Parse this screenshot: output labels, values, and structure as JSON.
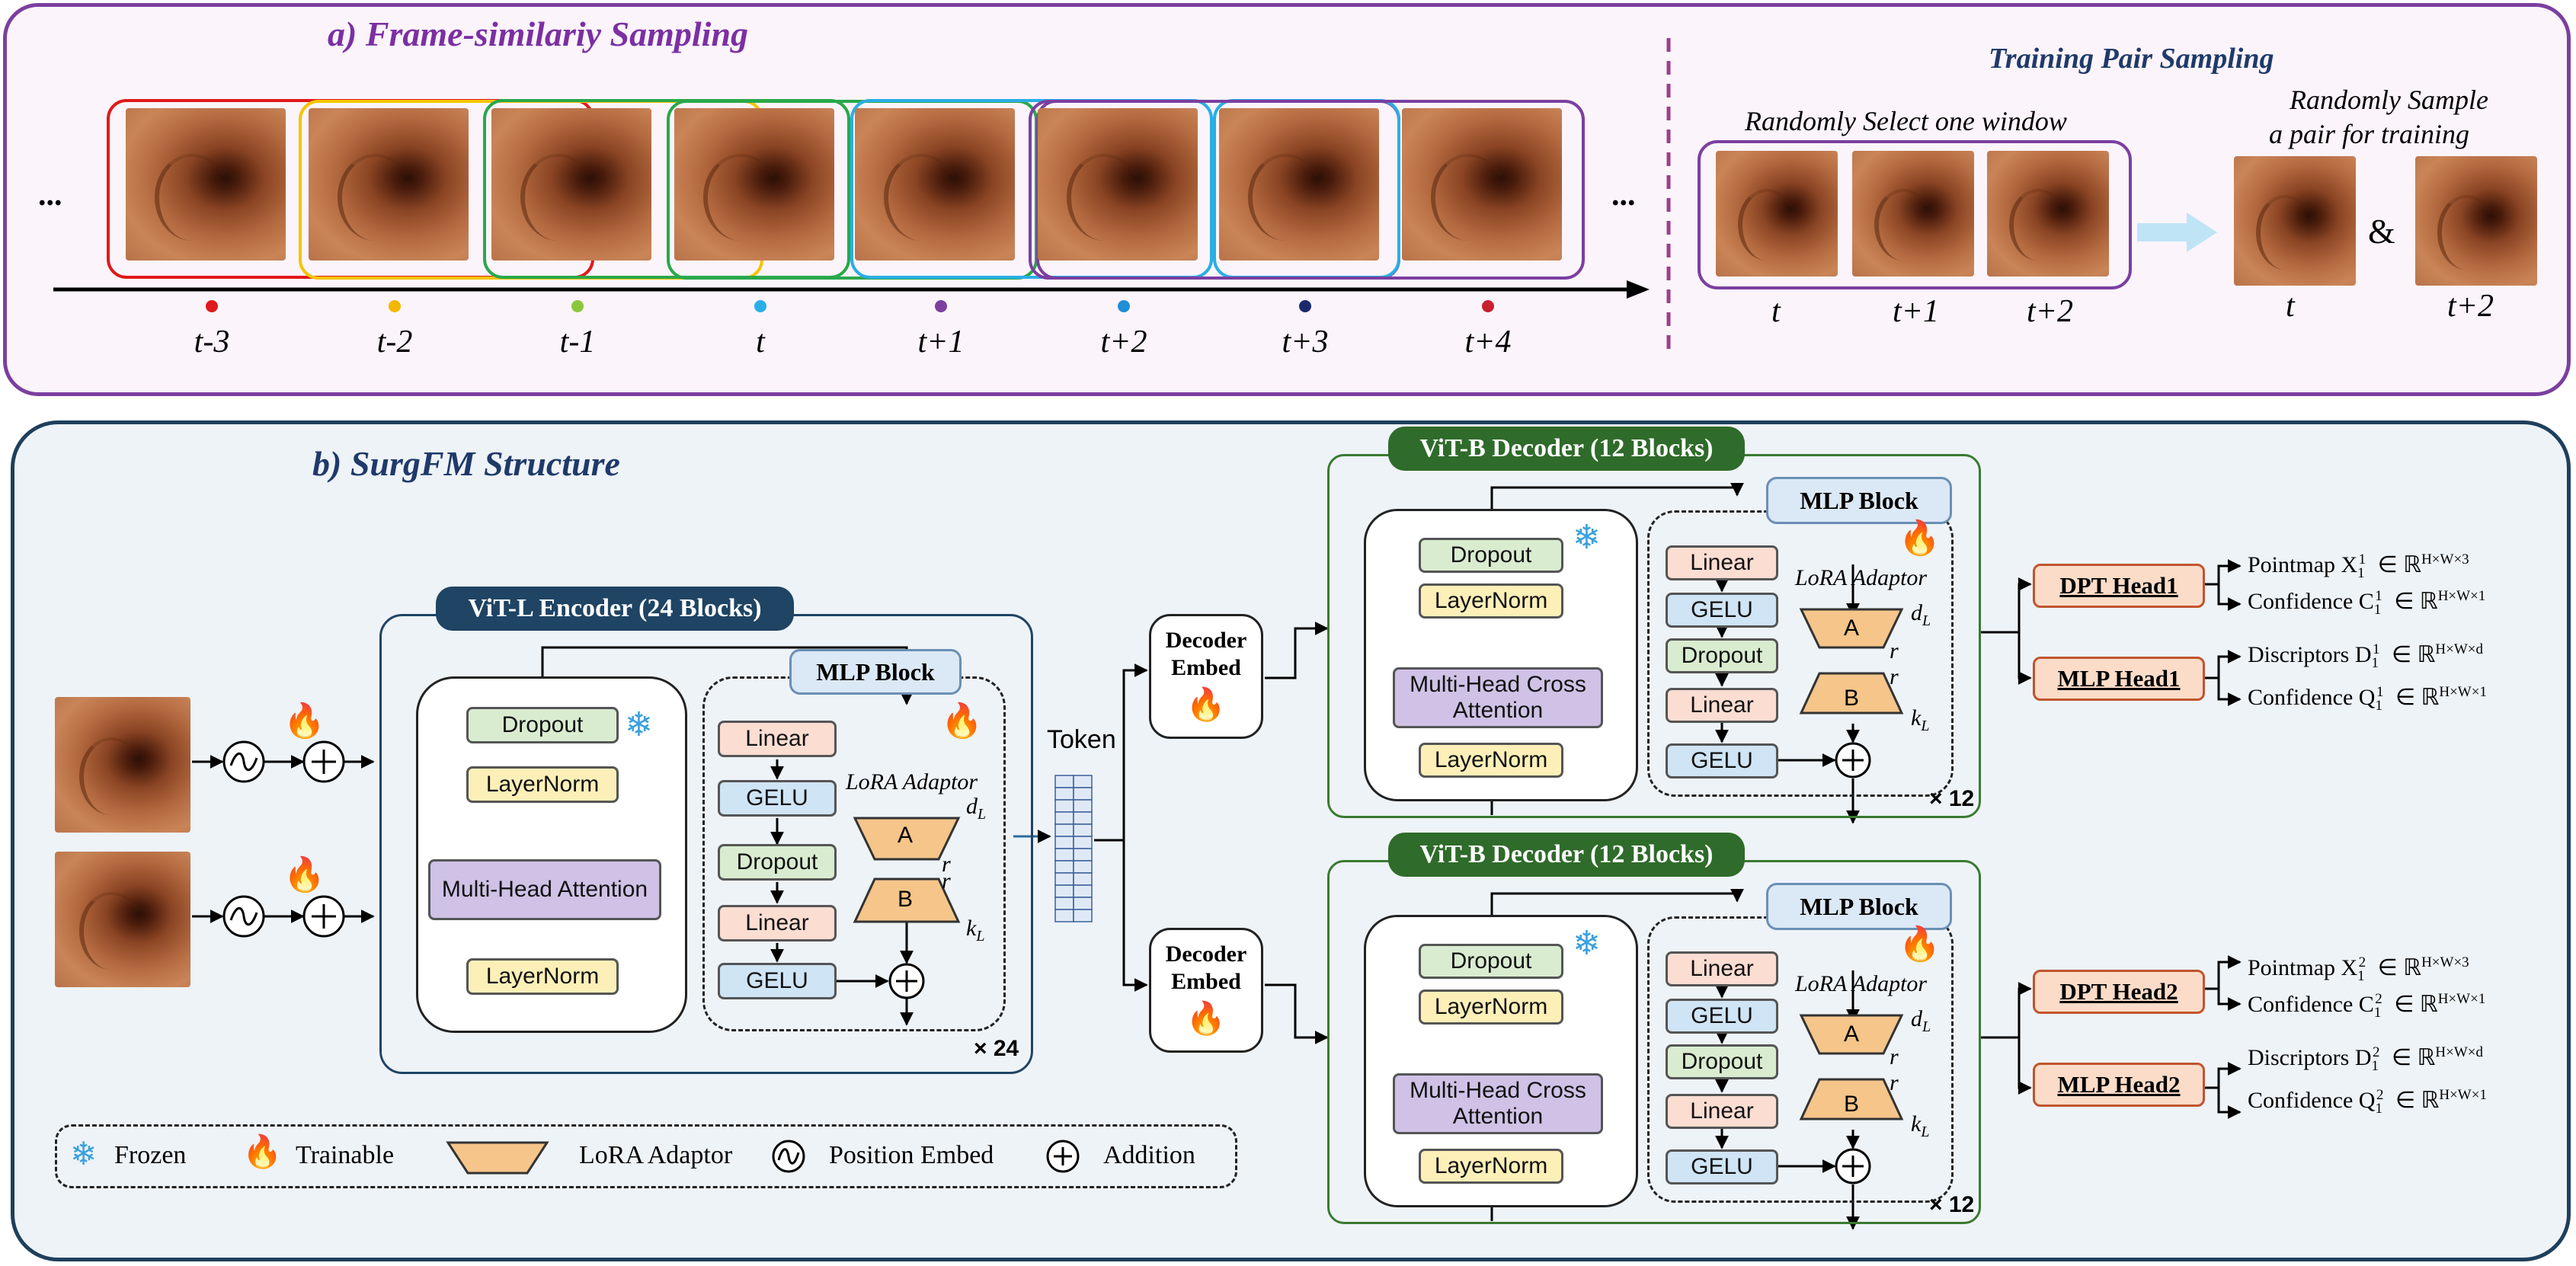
{
  "panel_a": {
    "title": "a) Frame-similariy Sampling",
    "ellipsis": "...",
    "time_labels": [
      "t-3",
      "t-2",
      "t-1",
      "t",
      "t+1",
      "t+2",
      "t+3",
      "t+4"
    ],
    "dot_colors": [
      "#e0191a",
      "#f5b800",
      "#8cc63f",
      "#29aee6",
      "#7b3fa0",
      "#1f8fd6",
      "#1a2a6c",
      "#c8202e"
    ],
    "window_colors": [
      "#e0191a",
      "#f5c400",
      "#2aa84a",
      "#2aa84a",
      "#29aee6",
      "#7b3fa0",
      "#29aee6",
      "#7b3fa0"
    ],
    "training_title": "Training Pair Sampling",
    "select_label": "Randomly Select one window",
    "sample_label_1": "Randomly Sample",
    "sample_label_2": "a pair for training",
    "window_labels": [
      "t",
      "t+1",
      "t+2"
    ],
    "pair_labels": [
      "t",
      "t+2"
    ],
    "amp": "&"
  },
  "panel_b": {
    "title": "b) SurgFM Structure",
    "encoder": {
      "header": "ViT-L Encoder (24 Blocks)",
      "dropout": "Dropout",
      "layernorm1": "LayerNorm",
      "attention": "Multi-Head Attention",
      "layernorm2": "LayerNorm",
      "mlp_block": "MLP Block",
      "linear1": "Linear",
      "gelu1": "GELU",
      "dropout2": "Dropout",
      "linear2": "Linear",
      "gelu2": "GELU",
      "lora": "LoRA Adaptor",
      "a": "A",
      "b": "B",
      "dl": "d",
      "dl_sub": "L",
      "kl": "k",
      "kl_sub": "L",
      "r": "r",
      "repeat": "× 24"
    },
    "token": "Token",
    "decoder_embed": "Decoder Embed",
    "decoders": [
      {
        "header": "ViT-B Decoder (12 Blocks)",
        "dropout": "Dropout",
        "layernorm1": "LayerNorm",
        "attention": "Multi-Head Cross Attention",
        "layernorm2": "LayerNorm",
        "mlp_block": "MLP Block",
        "linear1": "Linear",
        "gelu1": "GELU",
        "dropout2": "Dropout",
        "linear2": "Linear",
        "gelu2": "GELU",
        "lora": "LoRA Adaptor",
        "a": "A",
        "b": "B",
        "repeat": "× 12",
        "dpt_head": "DPT Head1",
        "mlp_head": "MLP Head1",
        "out1": "Pointmap X",
        "out2": "Confidence C",
        "out3": "Discriptors D",
        "out4": "Confidence Q",
        "sup": "1",
        "space1": "∈ ℝ",
        "dim_a": "H×W×3",
        "dim_b": "H×W×1",
        "dim_c": "H×W×d",
        "dim_d": "H×W×1"
      },
      {
        "header": "ViT-B Decoder (12 Blocks)",
        "dropout": "Dropout",
        "layernorm1": "LayerNorm",
        "attention": "Multi-Head Cross Attention",
        "layernorm2": "LayerNorm",
        "mlp_block": "MLP Block",
        "linear1": "Linear",
        "gelu1": "GELU",
        "dropout2": "Dropout",
        "linear2": "Linear",
        "gelu2": "GELU",
        "lora": "LoRA Adaptor",
        "a": "A",
        "b": "B",
        "repeat": "× 12",
        "dpt_head": "DPT Head2",
        "mlp_head": "MLP Head2",
        "out1": "Pointmap X",
        "out2": "Confidence C",
        "out3": "Discriptors D",
        "out4": "Confidence Q",
        "sup": "2",
        "space1": "∈ ℝ",
        "dim_a": "H×W×3",
        "dim_b": "H×W×1",
        "dim_c": "H×W×d",
        "dim_d": "H×W×1"
      }
    ],
    "legend": {
      "frozen": "Frozen",
      "trainable": "Trainable",
      "lora": "LoRA Adaptor",
      "pos": "Position  Embed",
      "add": "Addition"
    },
    "colors": {
      "encoder_header": "#1f4464",
      "decoder_header": "#2f6b2a",
      "panel_a_border": "#7b3f9e",
      "panel_b_border": "#1f3f5c"
    }
  }
}
